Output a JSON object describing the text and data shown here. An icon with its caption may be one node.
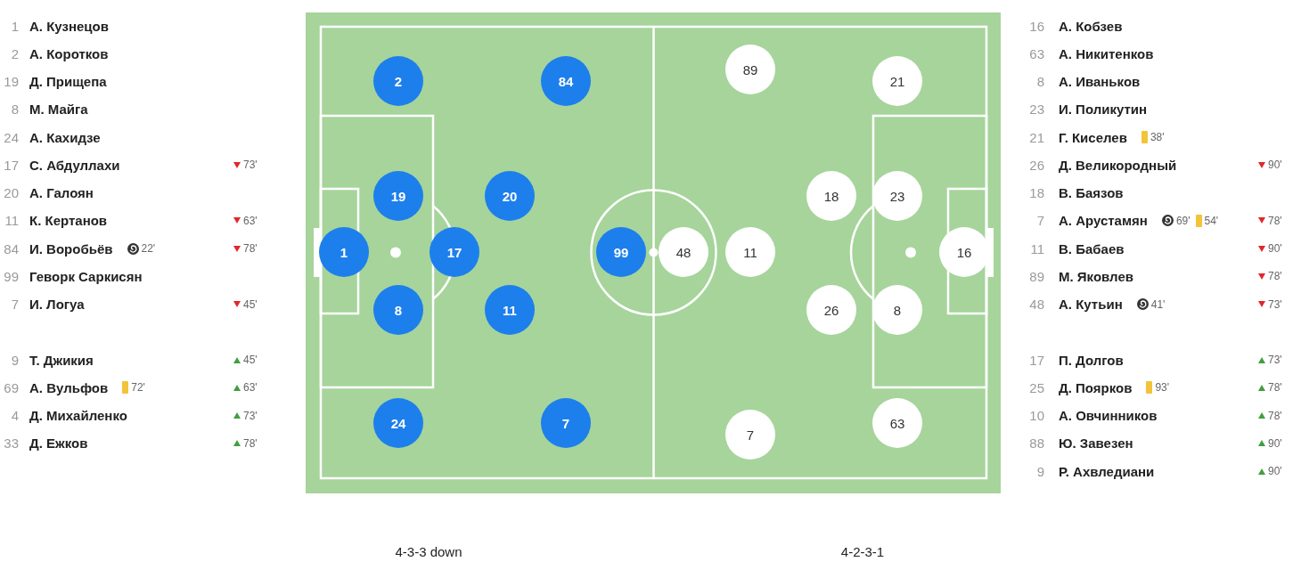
{
  "diagram": {
    "nodes": [
      {
        "text": [
          "2"
        ]
      },
      {
        "text": [
          "84"
        ]
      },
      {
        "text": [
          "89"
        ]
      },
      {
        "text": [
          "21"
        ]
      },
      {
        "text": [
          "19"
        ]
      },
      {
        "text": [
          "20"
        ]
      },
      {
        "text": [
          "18"
        ]
      },
      {
        "text": [
          "23"
        ]
      },
      {
        "text": [
          "1"
        ]
      },
      {
        "text": [
          "17"
        ]
      },
      {
        "text": [
          "99"
        ]
      },
      {
        "text": [
          "48"
        ]
      },
      {
        "text": [
          "11"
        ]
      },
      {
        "text": [
          "16"
        ]
      },
      {
        "text": [
          "8"
        ]
      },
      {
        "text": [
          "11"
        ]
      },
      {
        "text": [
          "26"
        ]
      },
      {
        "text": [
          "8"
        ]
      },
      {
        "text": [
          "24"
        ]
      },
      {
        "text": [
          "7"
        ]
      },
      {
        "text": [
          "7"
        ]
      },
      {
        "text": [
          "63"
        ]
      }
    ],
    "labels": [
      "1",
      "А. Кузнецов",
      "2",
      "А. Коротков",
      "19",
      "Д. Прищепа",
      "8",
      "М. Майга",
      "24",
      "А. Кахидзе",
      "17",
      "С. Абдуллахи",
      "73'",
      "20",
      "А. Галоян",
      "11",
      "К. Кертанов",
      "63'",
      "84",
      "И. Воробьёв",
      "22'",
      "78'",
      "99",
      "Геворк Саркисян",
      "7",
      "И. Логуа",
      "45'",
      "9",
      "Т. Джикия",
      "45'",
      "69",
      "А. Вульфов",
      "72'",
      "63'",
      "4",
      "Д. Михайленко",
      "73'",
      "33",
      "Д. Ежков",
      "78'",
      "16",
      "А. Кобзев",
      "63",
      "А. Никитенков",
      "8",
      "А. Иваньков",
      "23",
      "И. Поликутин",
      "21",
      "Г. Киселев",
      "38'",
      "26",
      "Д. Великородный",
      "90'",
      "18",
      "В. Баязов",
      "7",
      "А. Арустамян",
      "69'",
      "54'",
      "78'",
      "11",
      "В. Бабаев",
      "90'",
      "89",
      "М. Яковлев",
      "78'",
      "48",
      "А. Кутьин",
      "41'",
      "73'",
      "17",
      "П. Долгов",
      "73'",
      "25",
      "Д. Поярков",
      "93'",
      "78'",
      "10",
      "А. Овчинников",
      "78'",
      "88",
      "Ю. Завезен",
      "90'",
      "9",
      "Р. Ахвледиани",
      "90'",
      "4-3-3 down",
      "4-2-3-1"
    ]
  }
}
